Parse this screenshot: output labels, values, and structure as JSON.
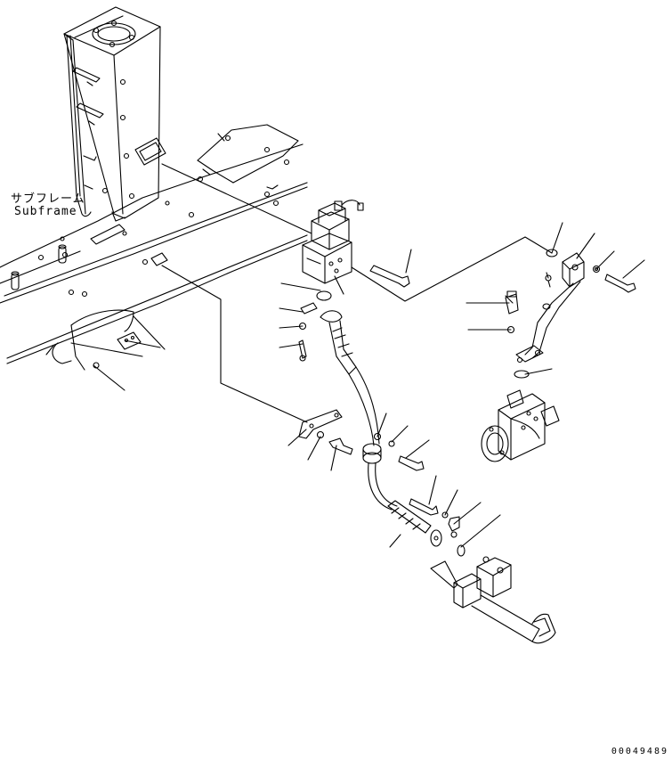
{
  "labels": {
    "subframe_jp": "サブフレーム",
    "subframe_en": "Subframe"
  },
  "drawing_number": "00049489",
  "colors": {
    "line": "#000000",
    "background": "#ffffff"
  }
}
